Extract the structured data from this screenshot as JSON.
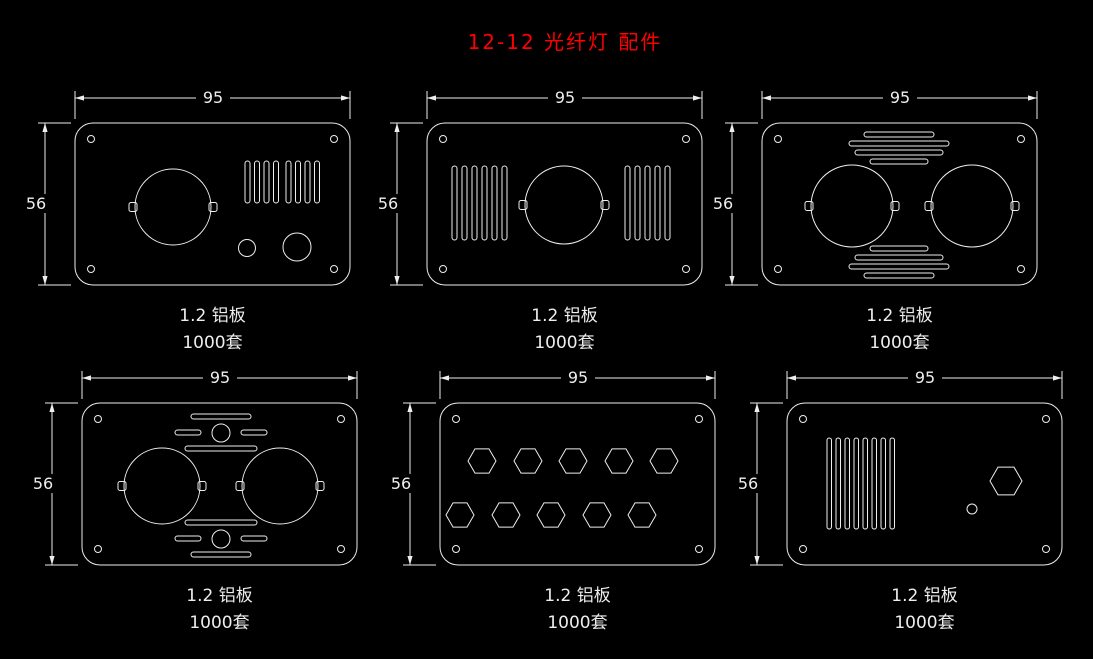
{
  "title": "12-12 光纤灯 配件",
  "colors": {
    "background": "#000000",
    "line": "#eeeeee",
    "title": "#ff0000"
  },
  "panels": [
    {
      "width_dim": "95",
      "height_dim": "56",
      "material": "1.2 铝板",
      "quantity": "1000套",
      "description": "plate with keyed circular hole left, two groups of vertical vent slots top-right, small and medium round holes bottom-right"
    },
    {
      "width_dim": "95",
      "height_dim": "56",
      "material": "1.2 铝板",
      "quantity": "1000套",
      "description": "plate with vertical vent slots left, keyed circular hole center, vertical vent slots right"
    },
    {
      "width_dim": "95",
      "height_dim": "56",
      "material": "1.2 铝板",
      "quantity": "1000套",
      "description": "plate with horizontal vent slot stack top, two keyed circular holes center, horizontal vent slot stack bottom"
    },
    {
      "width_dim": "95",
      "height_dim": "56",
      "material": "1.2 铝板",
      "quantity": "1000套",
      "description": "plate with two keyed circular holes center and vent clusters with small round hole top and bottom"
    },
    {
      "width_dim": "95",
      "height_dim": "56",
      "material": "1.2 铝板",
      "quantity": "1000套",
      "description": "plate with two staggered rows of five hexagonal holes"
    },
    {
      "width_dim": "95",
      "height_dim": "56",
      "material": "1.2 铝板",
      "quantity": "1000套",
      "description": "plate with vertical vent slots left-center, hexagonal hole and small round hole right"
    }
  ]
}
